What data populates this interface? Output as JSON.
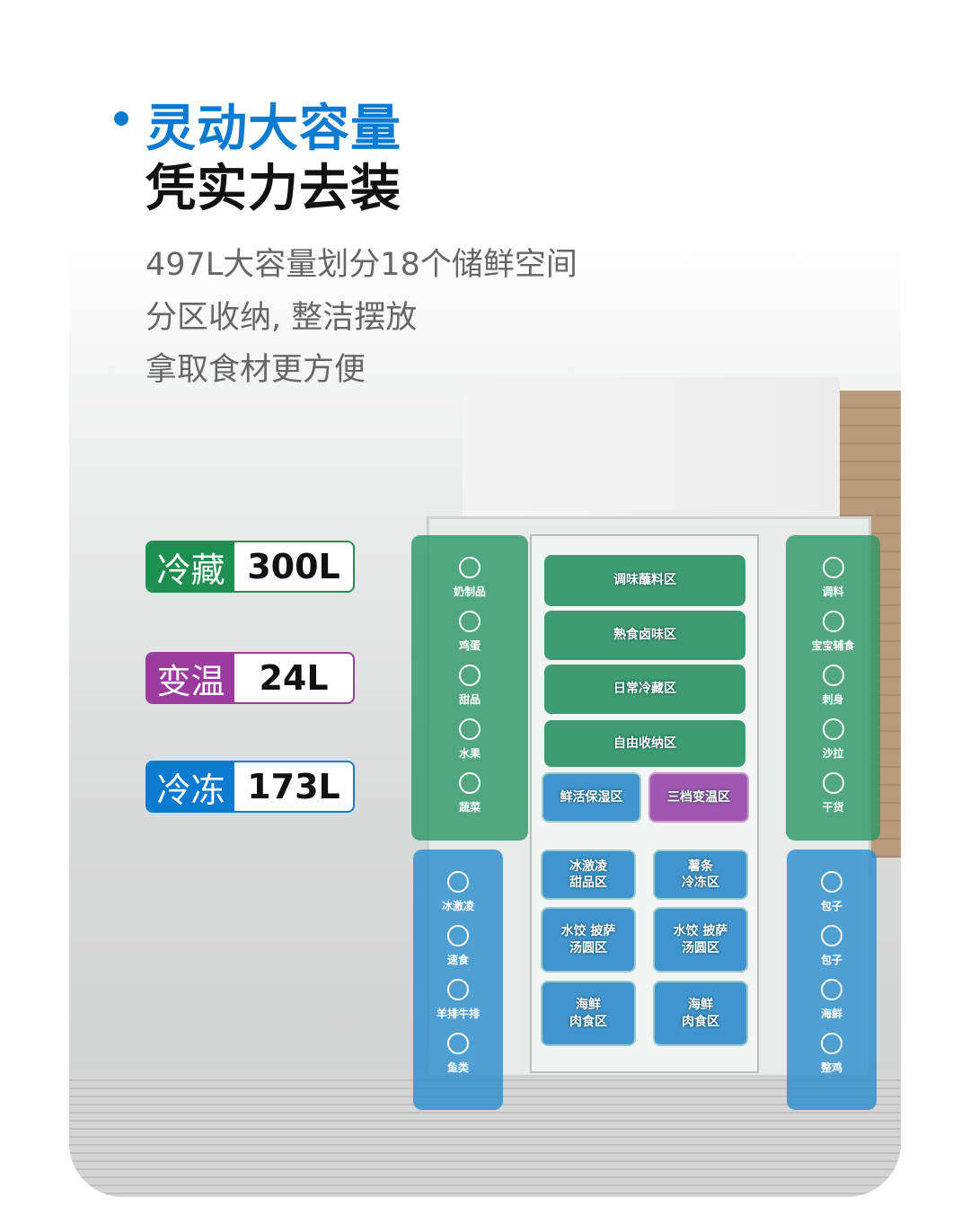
{
  "heading": {
    "line1": "灵动大容量",
    "line2": "凭实力去装"
  },
  "subtitle": [
    "497L大容量划分18个储鲜空间",
    "分区收纳, 整洁摆放",
    "拿取食材更方便"
  ],
  "capacity": [
    {
      "label": "冷藏",
      "value": "300L",
      "color": "#1e8f4e"
    },
    {
      "label": "变温",
      "value": "24L",
      "color": "#9b3a9f"
    },
    {
      "label": "冷冻",
      "value": "173L",
      "color": "#0a7bd0"
    }
  ],
  "fridge": {
    "left_door_top": [
      "奶制品",
      "鸡蛋",
      "甜品",
      "水果",
      "蔬菜"
    ],
    "right_door_top": [
      "调料",
      "宝宝辅食",
      "刺身",
      "沙拉",
      "干货"
    ],
    "shelves": [
      "调味蘸料区",
      "熟食卤味区",
      "日常冷藏区",
      "自由收纳区"
    ],
    "crisper": "鲜活保湿区",
    "variable": "三档变温区",
    "freezer_left": [
      "冰激凌\n甜品区",
      "水饺 披萨\n汤圆区",
      "海鲜\n肉食区"
    ],
    "freezer_right": [
      "薯条\n冷冻区",
      "水饺 披萨\n汤圆区",
      "海鲜\n肉食区"
    ],
    "left_door_bottom": [
      "冰激凌",
      "速食",
      "羊排牛排",
      "鱼类"
    ],
    "right_door_bottom": [
      "包子",
      "包子",
      "海鲜",
      "整鸡"
    ]
  }
}
